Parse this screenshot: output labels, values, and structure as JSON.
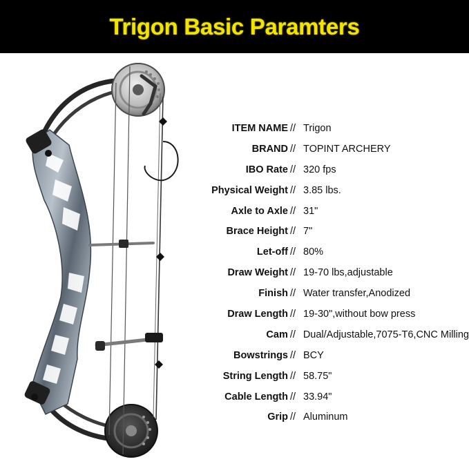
{
  "banner": {
    "title": "Trigon Basic Paramters"
  },
  "colors": {
    "banner_bg": "#000000",
    "title": "#f2e400",
    "text": "#111111"
  },
  "image": {
    "subject": "compound-bow-icon"
  },
  "specs": [
    {
      "label": "ITEM NAME",
      "separator": "//",
      "value": "Trigon"
    },
    {
      "label": "BRAND",
      "separator": "//",
      "value": "TOPINT ARCHERY"
    },
    {
      "label": "IBO Rate",
      "separator": "//",
      "value": "320 fps"
    },
    {
      "label": "Physical  Weight",
      "separator": "//",
      "value": "3.85 lbs."
    },
    {
      "label": "Axle to Axle",
      "separator": "//",
      "value": "31\""
    },
    {
      "label": "Brace Height",
      "separator": "//",
      "value": "7\""
    },
    {
      "label": "Let-off",
      "separator": "//",
      "value": "80%"
    },
    {
      "label": "Draw Weight",
      "separator": "//",
      "value": "19-70  lbs,adjustable"
    },
    {
      "label": "Finish",
      "separator": "//",
      "value": "Water transfer,Anodized"
    },
    {
      "label": "Draw Length",
      "separator": "//",
      "value": "19-30\",without bow press"
    },
    {
      "label": "Cam",
      "separator": "//",
      "value": "Dual/Adjustable,7075-T6,CNC Milling"
    },
    {
      "label": "Bowstrings",
      "separator": "//",
      "value": "BCY"
    },
    {
      "label": "String Length",
      "separator": "//",
      "value": "58.75\""
    },
    {
      "label": "Cable Length",
      "separator": "//",
      "value": "33.94\""
    },
    {
      "label": "Grip",
      "separator": "//",
      "value": "Aluminum"
    }
  ]
}
